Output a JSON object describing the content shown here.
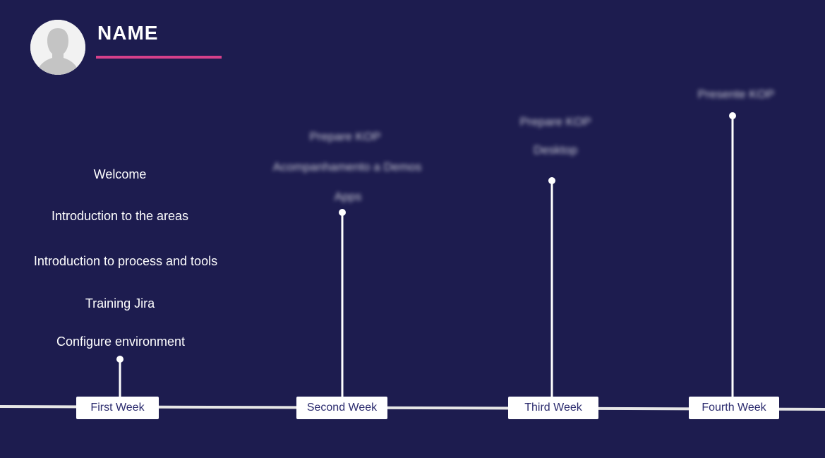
{
  "header": {
    "name": "NAME",
    "avatar_icon": "user-silhouette-icon",
    "accent_color": "#d6408a"
  },
  "colors": {
    "background": "#1d1c4f",
    "line": "#e6e6e6",
    "label_text": "#2b2b6e"
  },
  "weeks": [
    {
      "label": "First Week",
      "tasks": [
        "Welcome",
        "Introduction to the areas",
        "Introduction to process and tools",
        "Training Jira",
        "Configure environment"
      ]
    },
    {
      "label": "Second Week",
      "tasks": [
        "Prepare KOP",
        "Acompanhamento a Demos",
        "Apps"
      ]
    },
    {
      "label": "Third Week",
      "tasks": [
        "Prepare KOP",
        "Desktop"
      ]
    },
    {
      "label": "Fourth Week",
      "tasks": [
        "Presente KOP"
      ]
    }
  ]
}
